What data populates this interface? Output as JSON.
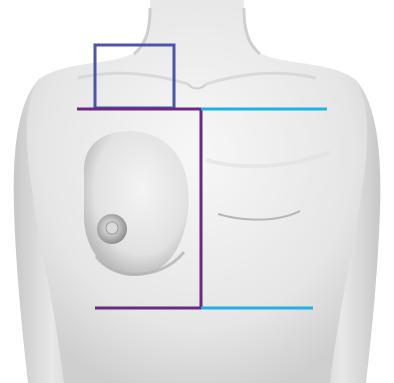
{
  "figure": {
    "subject": "torso-front-view",
    "colors": {
      "background": "#ffffff",
      "skin_light": "#f2f2f2",
      "skin_mid": "#dcdcdc",
      "skin_shadow": "#b9b9b9",
      "box_blue": "#4a56a8",
      "box_purple": "#6a2a7e",
      "line_cyan": "#1fb1e6"
    },
    "markings": [
      {
        "name": "upper-inner-quadrant-box",
        "color": "box_blue"
      },
      {
        "name": "breast-region-box",
        "color": "box_purple"
      },
      {
        "name": "contralateral-upper-line",
        "color": "line_cyan"
      },
      {
        "name": "contralateral-lower-line",
        "color": "line_cyan"
      }
    ]
  }
}
